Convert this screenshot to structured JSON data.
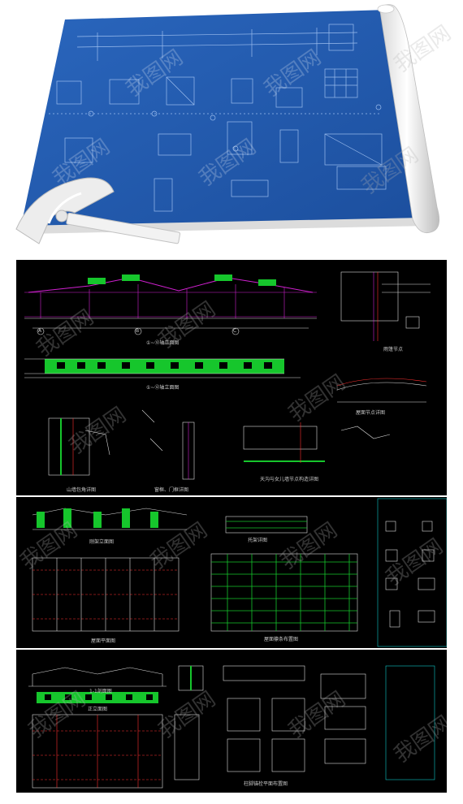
{
  "watermark": {
    "text": "我图网"
  },
  "colors": {
    "blueprint": "#1f5bb0",
    "cad_background": "#000000",
    "green_fill": "#16c62c",
    "magenta": "#d020d0",
    "white_line": "#dcdcdc",
    "red": "#ff3030",
    "cyan": "#10c8c8"
  },
  "drawing_set_1": {
    "titles": {
      "elevation_a": "①~⑫轴立面图",
      "elevation_b": "①~⑫轴立面图",
      "canopy_detail": "雨篷节点",
      "roof_detail": "屋面节点详图",
      "corner_detail_a": "山墙包角详图",
      "corner_detail_b": "窗框、门框详图",
      "corner_detail_c": "天沟与女儿墙节点构造详图"
    },
    "axis_markers": [
      "A",
      "B",
      "C"
    ]
  },
  "drawing_set_2": {
    "titles": {
      "frame_elevation": "刚架立面图",
      "plan": "屋面平面图",
      "truss": "托架详图",
      "roof_plan": "屋面檩条布置图"
    }
  },
  "drawing_set_3": {
    "titles": {
      "section": "1-1剖面图",
      "elevation": "正立面图",
      "plan": "柱脚锚栓平面布置图"
    }
  }
}
